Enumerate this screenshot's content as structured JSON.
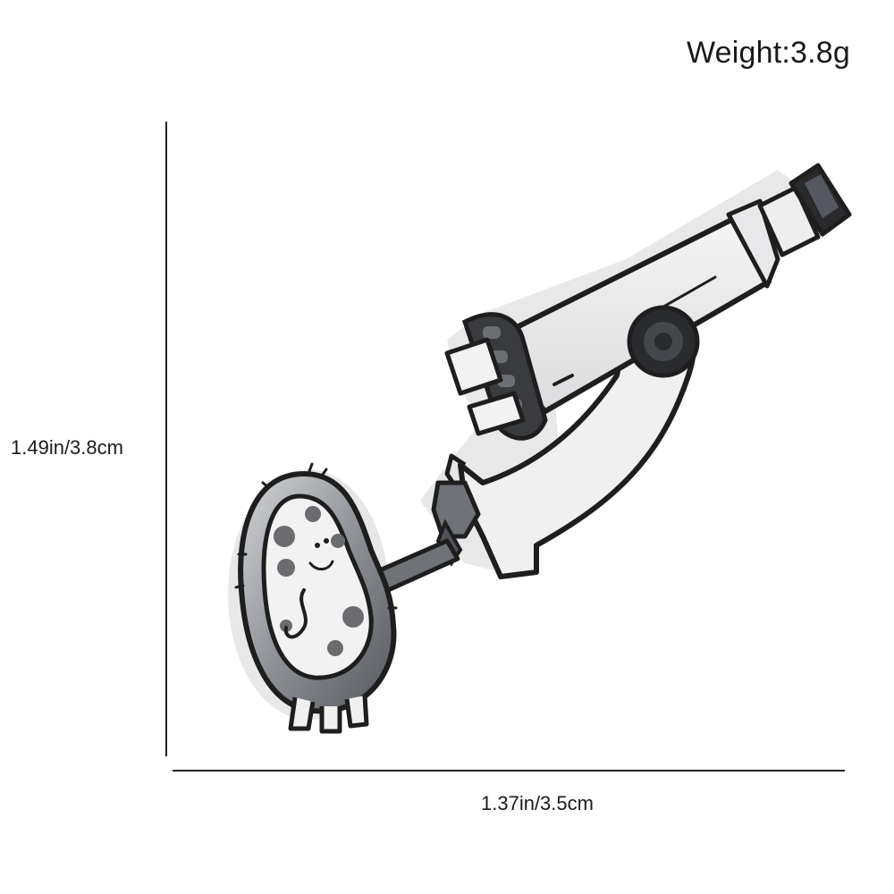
{
  "labels": {
    "weight": "Weight:3.8g",
    "height": "1.49in/3.8cm",
    "width": "1.37in/3.5cm"
  },
  "illustration": {
    "subject": "microbe-looking-through-microscope-enamel-pin",
    "colors": {
      "outline": "#1e1e1e",
      "metal": "#8a8d92",
      "metal_light": "#c9ccd0",
      "enamel_white": "#f2f2f2",
      "enamel_grey": "#7d7f83",
      "shadow": "#d8d8d8"
    }
  }
}
